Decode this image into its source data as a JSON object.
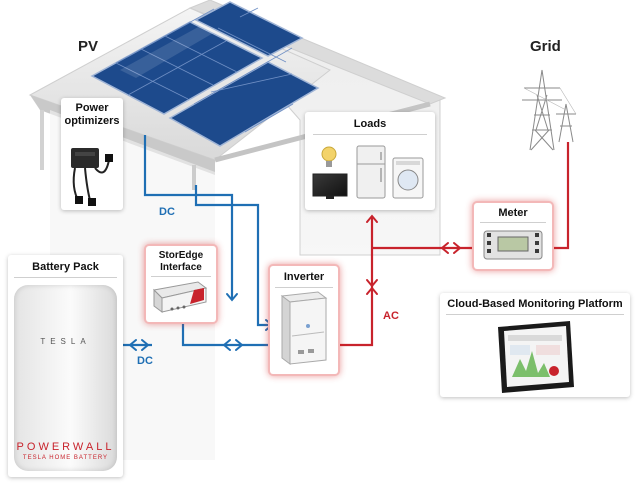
{
  "labels": {
    "pv": "PV",
    "grid": "Grid",
    "power_optimizers": "Power optimizers",
    "loads": "Loads",
    "meter": "Meter",
    "battery_pack": "Battery Pack",
    "storedge": "StorEdge Interface",
    "inverter": "Inverter",
    "cloud": "Cloud-Based Monitoring Platform",
    "dc_top": "DC",
    "dc_bottom": "DC",
    "ac": "AC"
  },
  "battery": {
    "brand": "TESLA",
    "product": "POWERWALL",
    "subtitle": "TESLA HOME BATTERY"
  },
  "colors": {
    "dc_line": "#1f6fb4",
    "ac_line": "#c8232c",
    "panel": "#1d4a8c",
    "roof": "#e6e6e6"
  }
}
